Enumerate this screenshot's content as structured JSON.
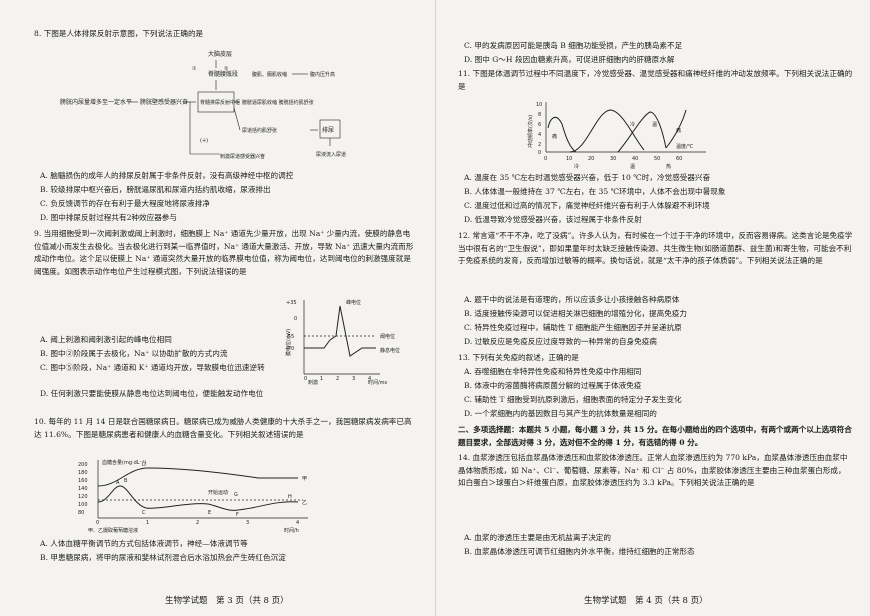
{
  "left": {
    "q8": {
      "stem": "8. 下图是人体排尿反射示意图，下列说法正确的是",
      "diagram": {
        "cortex": "大脑皮层",
        "spinal_lumbar": "脊髓腰骶段",
        "stretch": "膀胱内尿量增多至一定水平",
        "receptor": "膀胱壁感受器兴奋",
        "center": "脊髓排尿反射中枢",
        "muscle": "膀胱逼尿肌收缩 膀胱括约肌舒张",
        "urethra": "尿道括约肌舒张",
        "urination": "排尿",
        "urethral_receptor": "刺激尿道感受器兴奋",
        "flow": "尿液流入尿道",
        "contraction": "腹肌、膈肌收缩",
        "pressure": "腹内压升高",
        "path_a": "①",
        "path_b": "②",
        "path_c": "(+)"
      },
      "options": [
        "A. 脑髓损伤的成年人的排尿反射属于非条件反射，没有高级神经中枢的调控",
        "B. 较级排尿中枢兴奋后，膀胱逼尿肌和尿道内括约肌收缩，尿液排出",
        "C. 负反馈调节的存在有利于最大程度地将尿液排净",
        "D. 图中排尿反射过程共有2种效应器参与"
      ]
    },
    "q9": {
      "stem": "9. 当用细胞受到一次阈刺激或阈上刺激时，细胞膜上 Na⁺ 通道先少量开放，出现 Na⁺ 少量内流，使膜的静息电位值减小而发生去极化。当去极化进行到某一临界值时，Na⁺ 通道大量激活、开放，导致 Na⁺ 迅速大量内流而形成动作电位。这个足以使膜上 Na⁺ 通道突然大量开放的临界膜电位值，称为阈电位，达到阈电位的刺激强度就是阈强度。如图表示动作电位产生过程模式图，下列说法错误的是",
      "graph": {
        "ylabel": "膜电位(mV)",
        "xlabel": "时间/ms",
        "peak": "峰电位",
        "threshold": "阈电位",
        "rest": "静息电位",
        "stim": "刺激",
        "yticks": [
          "+35",
          "0",
          "-55",
          "-70"
        ],
        "xticks": [
          "0",
          "1",
          "2",
          "3",
          "4"
        ]
      },
      "options": [
        "A. 阈上刺激和阈刺激引起的峰电位相同",
        "B. 图中②阶段属于去极化，Na⁺ 以协助扩散的方式内流",
        "C. 图中⑤阶段，Na⁺ 通道和 K⁺ 通道均开放，导致膜电位迅速逆转",
        "D. 任何刺激只要能使膜从静息电位达到阈电位，便能触发动作电位"
      ]
    },
    "q10": {
      "stem": "10. 每年的 11 月 14 日是联合国糖尿病日。糖尿病已成为威胁人类健康的十大杀手之一，我国糖尿病发病率已高达 11.6%。下图是糖尿病患者和健康人的血糖含量变化。下列相关叙述错误的是",
      "graph": {
        "ylabel": "血糖含量(mg·dL⁻¹)",
        "xlabel": "时间/h",
        "legend_a": "甲",
        "legend_b": "乙",
        "exercise": "开始运动",
        "intake": "甲、乙摄取葡萄糖溶液",
        "yticks": [
          "200",
          "180",
          "160",
          "140",
          "120",
          "100",
          "80"
        ],
        "xticks": [
          "0",
          "1",
          "2",
          "3",
          "4"
        ],
        "points": [
          "A",
          "B",
          "C",
          "D",
          "E",
          "F",
          "G",
          "H"
        ]
      },
      "options": [
        "A. 人体血糖平衡调节的方式包括体液调节，神经—体液调节等",
        "B. 甲患糖尿病，将甲的尿液和斐林试剂混合后水浴加热会产生砖红色沉淀"
      ]
    },
    "footer": "生物学试题　第 3 页（共 8 页）"
  },
  "right": {
    "q10_tail": [
      "C. 甲的发病原因可能是胰岛 B 细胞功能受损，产生的胰岛素不足",
      "D. 图中 G～H 段因血糖素升高，可促进肝细胞内的肝糖原水解"
    ],
    "q11": {
      "stem": "11. 下图是体温调节过程中不同温度下，冷觉感受器、温觉感受器和痛神经纤维的冲动发放频率。下列相关说法正确的是",
      "graph": {
        "ylabel": "冲动频率(次/s)",
        "xlabel": "温度/℃",
        "labels": [
          "痛",
          "冷",
          "温",
          "痛"
        ],
        "ranges": [
          "冷",
          "温",
          "热"
        ],
        "xticks": [
          "0",
          "10",
          "20",
          "30",
          "40",
          "50",
          "60"
        ],
        "yticks": [
          "10",
          "8",
          "6",
          "4",
          "2",
          "0"
        ]
      },
      "options": [
        "A. 温度在 35 ℃左右时温觉感受器兴奋，低于 10 ℃时，冷觉感受器兴奋",
        "B. 人体体温一般维持在 37 ℃左右，在 35 ℃环境中，人体不会出现中暑现象",
        "C. 温度过低和过高的情况下，痛觉神经纤维兴奋有利于人体躲避不利环境",
        "D. 低温导致冷觉感受器兴奋，该过程属于非条件反射"
      ]
    },
    "q12": {
      "stem": "12. 常言道“不干不净，吃了没病”。许多人认为，有时候在一个过于干净的环境中，反而容易得病。这类言论是免疫学当中很有名的“卫生假说”，即如果童年时太缺乏接触传染源、共生微生物(如肠道菌群、益生菌)和寄生物，可能会不利于免疫系统的发育，反而增加过敏等的概率。换句话说，就是“太干净的孩子体质弱”。下列相关说法正确的是",
      "options": [
        "A. 题干中的说法是有道理的，所以应该多让小孩接触各种病原体",
        "B. 适度接触传染源可以促进相关淋巴细胞的增殖分化，提高免疫力",
        "C. 特异性免疫过程中，辅助性 T 细胞能产生细胞因子并呈递抗原",
        "D. 过敏反应是免疫反应过度导致的一种异常的自身免疫病"
      ]
    },
    "q13": {
      "stem": "13. 下列有关免疫的叙述，正确的是",
      "options": [
        "A. 吞噬细胞在非特异性免疫和特异性免疫中作用相同",
        "B. 体液中的溶菌酶将病原菌分解的过程属于体液免疫",
        "C. 辅助性 T 细胞受到抗原刺激后，细胞表面的特定分子发生变化",
        "D. 一个浆细胞内的基因数目与其产生的抗体数量是相同的"
      ]
    },
    "section2": "二、多项选择题：本题共 5 小题，每小题 3 分，共 15 分。在每小题给出的四个选项中，有两个或两个以上选项符合题目要求，全部选对得 3 分，选对但不全的得 1 分，有选错的得 0 分。",
    "q14": {
      "stem": "14. 血浆渗透压包括血浆晶体渗透压和血浆胶体渗透压。正常人血浆渗透压约为 770 kPa，血浆晶体渗透压由血浆中晶体物质形成，如 Na⁺、Cl⁻、葡萄糖、尿素等，Na⁺ 和 Cl⁻ 占 80%，血浆胶体渗透压主要由三种血浆蛋白形成，如白蛋白＞球蛋白＞纤维蛋白原，血浆胶体渗透压约为 3.3 kPa。下列相关说法正确的是",
      "options": [
        "A. 血浆的渗透压主要是由无机盐离子决定的",
        "B. 血浆晶体渗透压可调节红细胞内外水平衡，维持红细胞的正常形态"
      ]
    },
    "footer": "生物学试题　第 4 页（共 8 页）"
  }
}
